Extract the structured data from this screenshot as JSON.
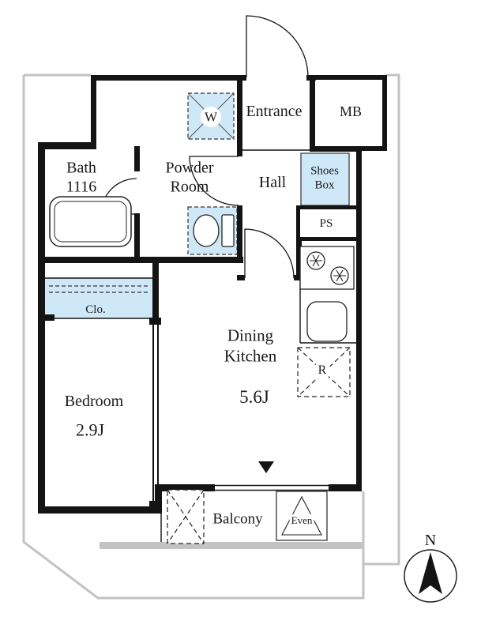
{
  "title": "apartment-floor-plan",
  "colors": {
    "wall": "#141414",
    "exterior_line": "#c3c3c3",
    "highlight": "#cfe8f8",
    "paper": "#ffffff"
  },
  "labels": {
    "entrance": "Entrance",
    "mb": "MB",
    "hall": "Hall",
    "shoes_box_line1": "Shoes",
    "shoes_box_line2": "Box",
    "ps": "PS",
    "bath_name": "Bath",
    "bath_size": "1116",
    "powder_line1": "Powder",
    "powder_line2": "Room",
    "washer": "W",
    "closet": "Clo.",
    "bedroom_name": "Bedroom",
    "bedroom_size": "2.9J",
    "dk_line1": "Dining",
    "dk_line2": "Kitchen",
    "dk_size": "5.6J",
    "balcony": "Balcony",
    "hatch": "Even",
    "fridge": "R",
    "compass_north": "N"
  }
}
